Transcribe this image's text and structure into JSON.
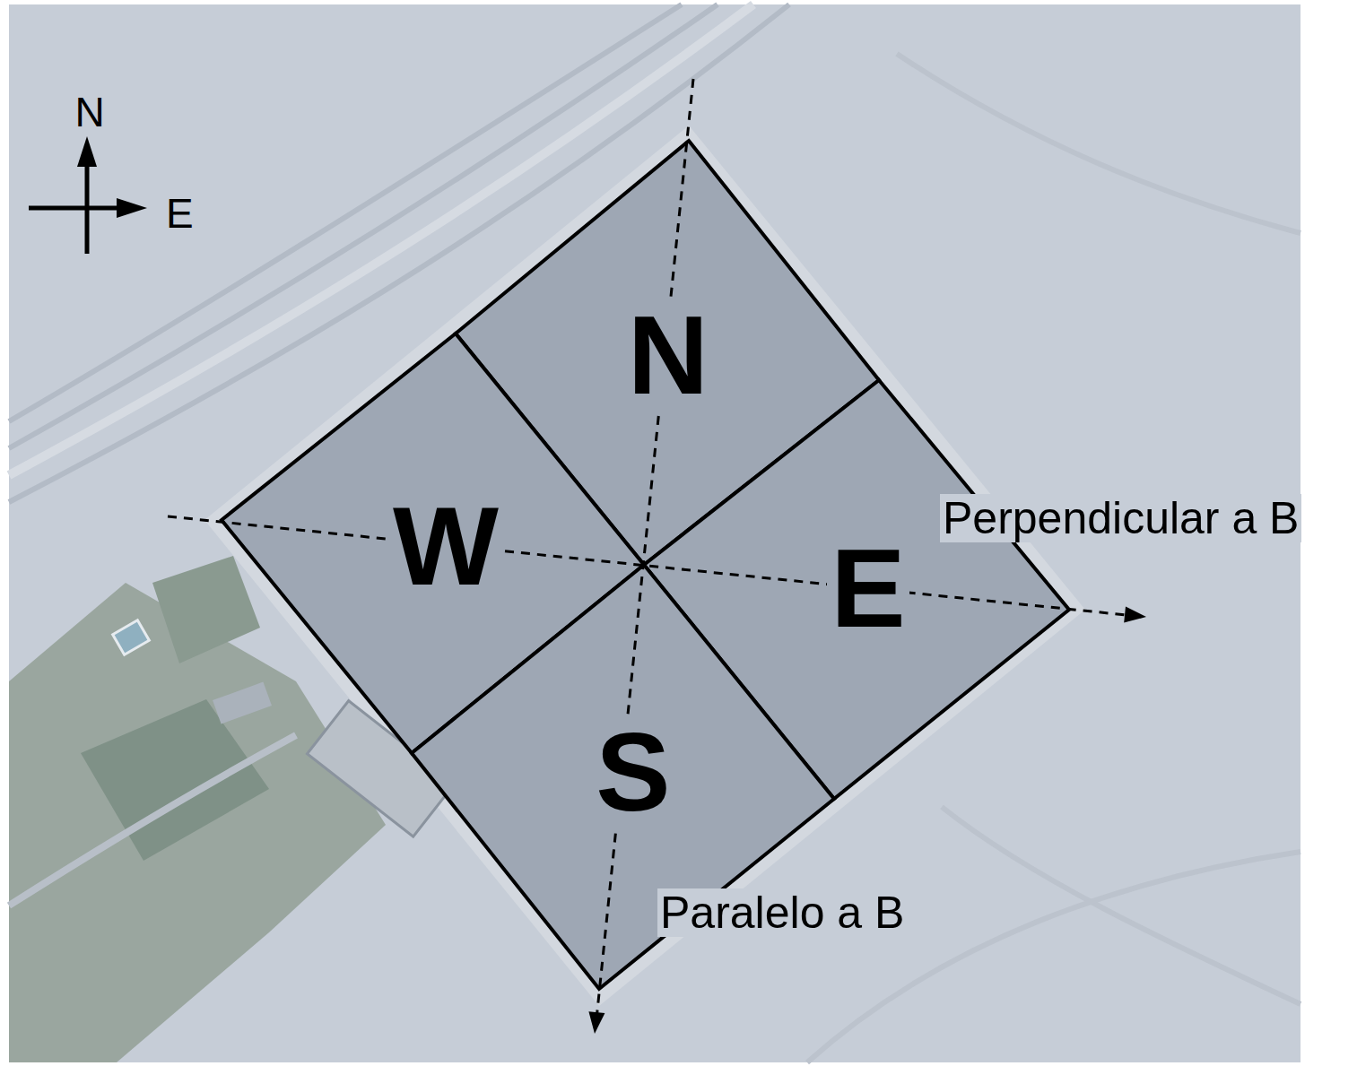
{
  "diagram": {
    "nodes": [
      {
        "text": [
          "N"
        ]
      },
      {
        "text": [
          "W"
        ]
      },
      {
        "text": [
          "E"
        ]
      },
      {
        "text": [
          "S"
        ]
      }
    ],
    "labels": [
      "N",
      "E",
      "Perpendicular a B",
      "Paralelo a B"
    ]
  }
}
